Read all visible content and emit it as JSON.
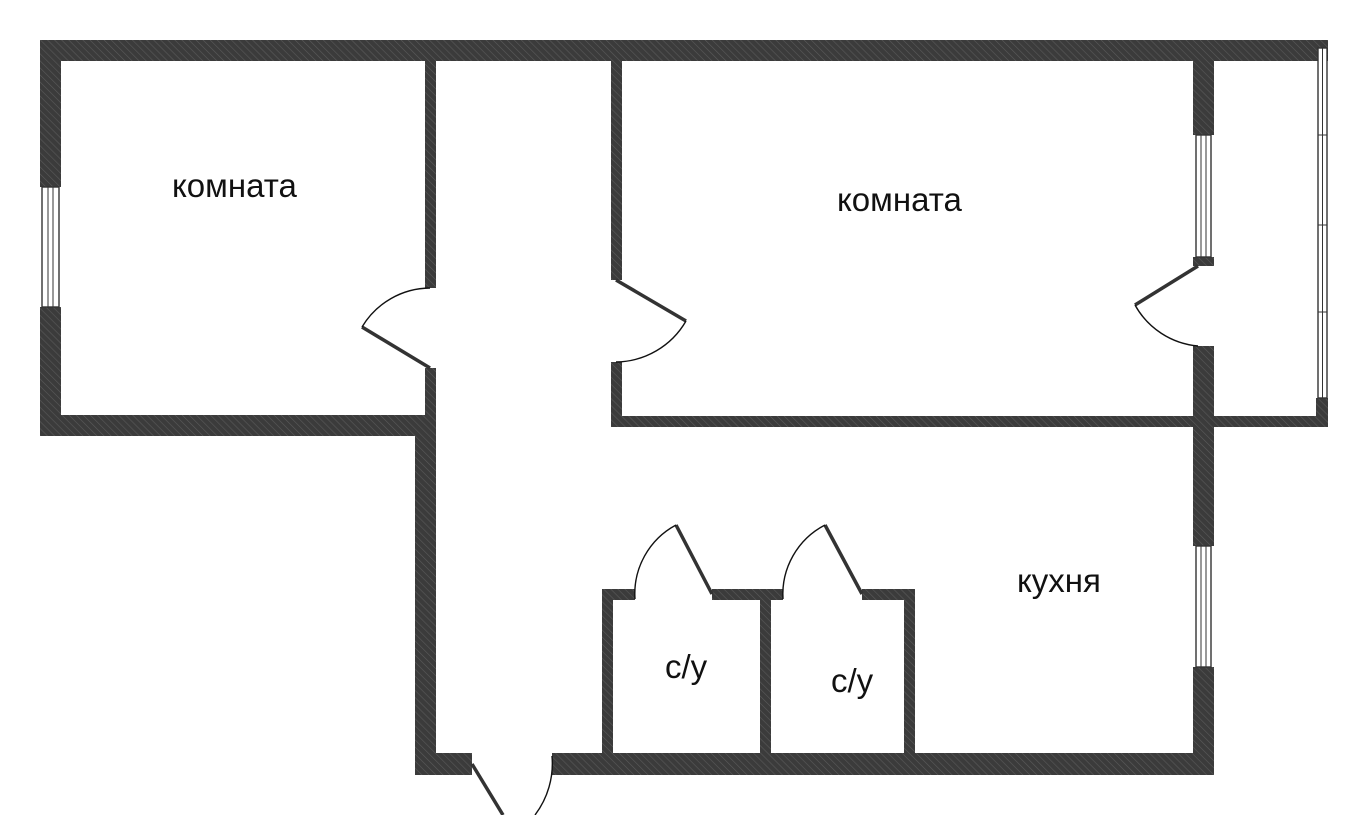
{
  "colors": {
    "wall": "#3b3b3b",
    "wall_hatch": "#5a5a5a",
    "background": "#ffffff",
    "label": "#111111"
  },
  "rooms": [
    {
      "id": "room-left",
      "label": "комната"
    },
    {
      "id": "room-right",
      "label": "комната"
    },
    {
      "id": "kitchen",
      "label": "кухня"
    },
    {
      "id": "bath-1",
      "label": "с/у"
    },
    {
      "id": "bath-2",
      "label": "с/у"
    }
  ]
}
